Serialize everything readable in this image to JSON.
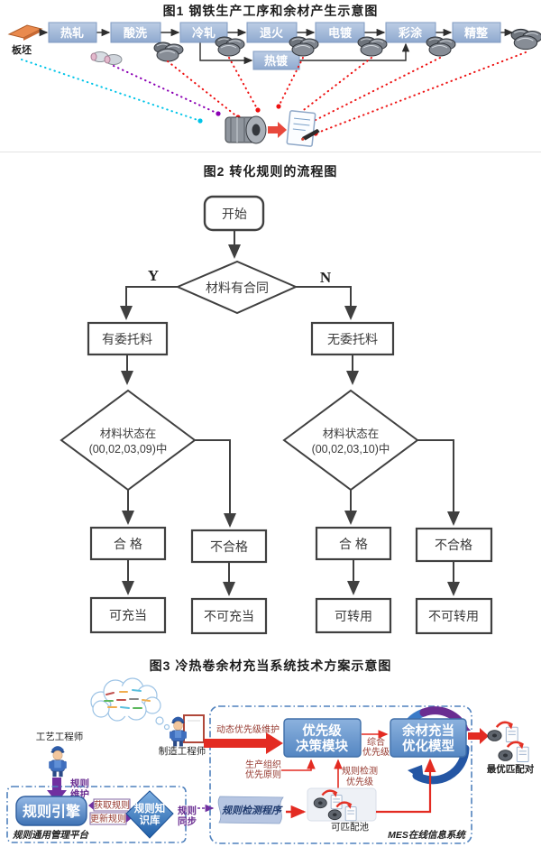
{
  "fig1": {
    "title": "图1 钢铁生产工序和余材产生示意图",
    "slab": "板坯",
    "steps": [
      "热轧",
      "酸洗",
      "冷轧",
      "退火",
      "电镀",
      "彩涂",
      "精整"
    ],
    "hot_dip": "热镀"
  },
  "fig2": {
    "title": "图2 转化规则的流程图",
    "start": "开始",
    "decision_contract": "材料有合同",
    "yes": "Y",
    "no": "N",
    "has_consign": "有委托料",
    "no_consign": "无委托料",
    "state_a_l1": "材料状态在",
    "state_a_l2": "(00,02,03,09)中",
    "state_b_l1": "材料状态在",
    "state_b_l2": "(00,02,03,10)中",
    "pass_a": "合  格",
    "fail_a": "不合格",
    "res_pass_a": "可充当",
    "res_fail_a": "不可充当",
    "pass_b": "合  格",
    "fail_b": "不合格",
    "res_pass_b": "可转用",
    "res_fail_b": "不可转用"
  },
  "fig3": {
    "title": "图3  冷热卷余材充当系统技术方案示意图",
    "process_engineer": "工艺工程师",
    "manufacturing_engineer": "制造工程师",
    "rule_maintain_l1": "规则",
    "rule_maintain_l2": "维护",
    "rule_engine": "规则引擎",
    "get_rules": "获取规则",
    "update_rules": "更新规则",
    "kb_l1": "规则知",
    "kb_l2": "识库",
    "platform": "规则通用管理平台",
    "rule_sync_l1": "规则",
    "rule_sync_l2": "同步",
    "dynamic_priority": "动态优先级维护",
    "decision_l1": "优先级",
    "decision_l2": "决策模块",
    "comprehensive_l1": "综合",
    "comprehensive_l2": "优先级",
    "model_l1": "余材充当",
    "model_l2": "优化模型",
    "production_l1": "生产组织",
    "production_l2": "优先原则",
    "check_priority_l1": "规则检测",
    "check_priority_l2": "优先级",
    "check_program": "规则检测程序",
    "pool": "可匹配池",
    "mes": "MES在线信息系统",
    "optimal": "最优匹配对"
  },
  "colors": {
    "process_box": "#a2b8d8",
    "module_blue": "#6f9fd4",
    "arrow_red": "#e32b22",
    "purple": "#7030a0",
    "cyan": "#00c4e8",
    "dashed_border": "#4f81bd"
  }
}
